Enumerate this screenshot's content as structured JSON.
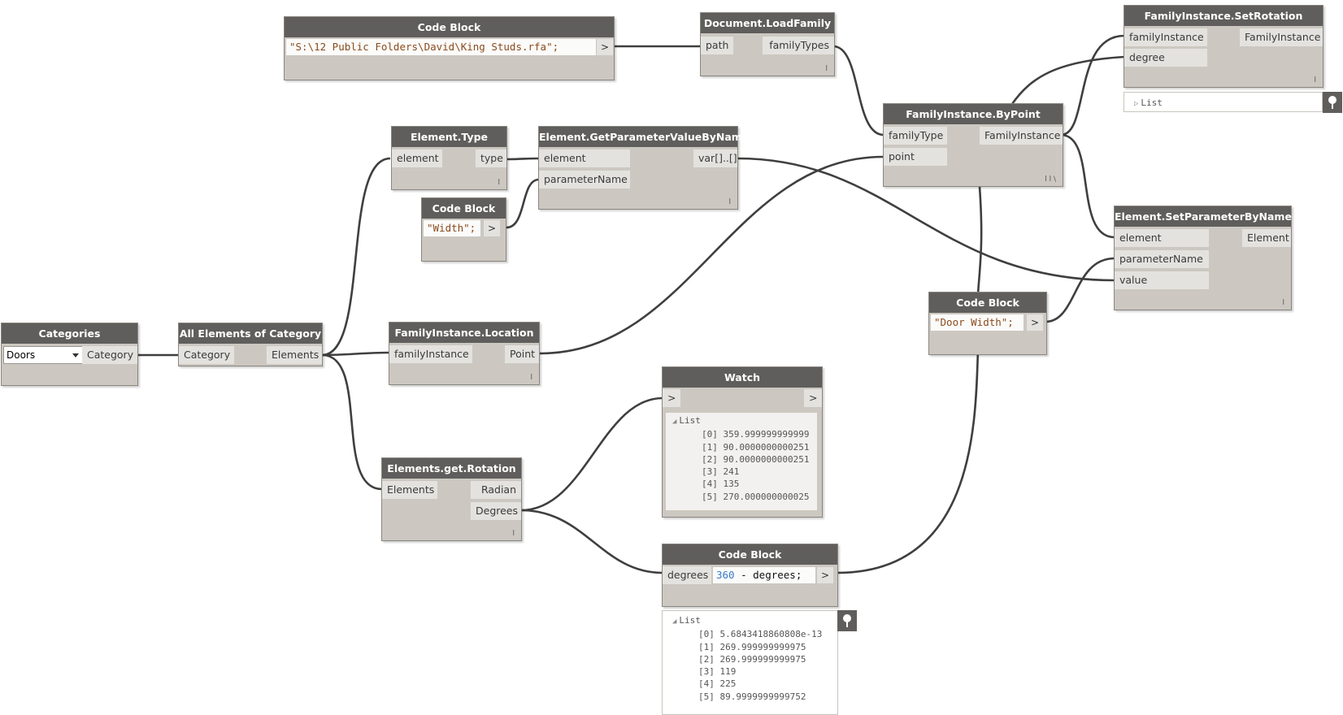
{
  "nodes": {
    "code_path": {
      "title": "Code Block",
      "code": "\"S:\\12 Public Folders\\David\\King Studs.rfa\";",
      "out": ">"
    },
    "load_family": {
      "title": "Document.LoadFamily",
      "in_path": "path",
      "out_types": "familyTypes",
      "lace": "l"
    },
    "set_rotation": {
      "title": "FamilyInstance.SetRotation",
      "in_instance": "familyInstance",
      "in_degree": "degree",
      "out": "FamilyInstance",
      "lace": "l",
      "preview": "List"
    },
    "by_point": {
      "title": "FamilyInstance.ByPoint",
      "in_type": "familyType",
      "in_point": "point",
      "out": "FamilyInstance",
      "lace": "l l \\"
    },
    "element_type": {
      "title": "Element.Type",
      "in": "element",
      "out": "type",
      "lace": "l"
    },
    "get_param": {
      "title": "Element.GetParameterValueByName",
      "in_element": "element",
      "in_name": "parameterName",
      "out": "var[]..[]",
      "lace": "l"
    },
    "code_width": {
      "title": "Code Block",
      "code": "\"Width\";",
      "out": ">"
    },
    "set_param": {
      "title": "Element.SetParameterByName",
      "in_element": "element",
      "in_name": "parameterName",
      "in_value": "value",
      "out": "Element",
      "lace": "l"
    },
    "code_door_width": {
      "title": "Code Block",
      "code": "\"Door Width\";",
      "out": ">"
    },
    "categories": {
      "title": "Categories",
      "selected": "Doors",
      "out": "Category"
    },
    "all_elements": {
      "title": "All Elements of Category",
      "in": "Category",
      "out": "Elements"
    },
    "location": {
      "title": "FamilyInstance.Location",
      "in": "familyInstance",
      "out": "Point",
      "lace": "l"
    },
    "watch": {
      "title": "Watch",
      "in": ">",
      "out": ">",
      "list_label": "List",
      "items": [
        "[0] 359.999999999999",
        "[1] 90.0000000000251",
        "[2] 90.0000000000251",
        "[3] 241",
        "[4] 135",
        "[5] 270.000000000025"
      ]
    },
    "get_rotation": {
      "title": "Elements.get.Rotation",
      "in": "Elements",
      "out_radian": "Radian",
      "out_degrees": "Degrees",
      "lace": "l"
    },
    "code_360": {
      "title": "Code Block",
      "in": "degrees",
      "code_num": "360",
      "code_rest": " - degrees;",
      "out": ">",
      "list_label": "List",
      "items": [
        "[0] 5.6843418860808e-13",
        "[1] 269.999999999975",
        "[2] 269.999999999975",
        "[3] 119",
        "[4] 225",
        "[5] 89.9999999999752"
      ]
    }
  }
}
